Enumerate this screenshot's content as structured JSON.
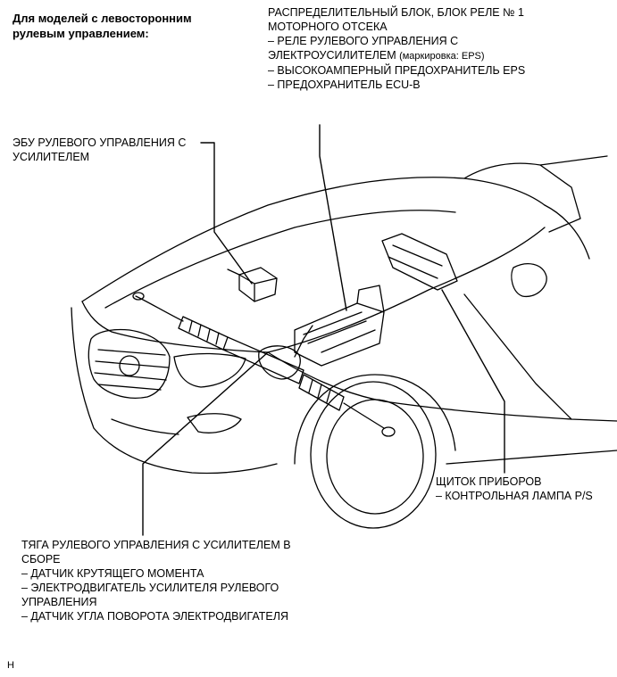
{
  "heading": {
    "line1": "Для моделей с левосторонним",
    "line2": "рулевым управлением:"
  },
  "relay_block": {
    "line1": "РАСПРЕДЕЛИТЕЛЬНЫЙ БЛОК, БЛОК РЕЛЕ № 1",
    "line2": "МОТОРНОГО ОТСЕКА",
    "line3": "– РЕЛЕ РУЛЕВОГО УПРАВЛЕНИЯ С",
    "line4_main": "ЭЛЕКТРОУСИЛИТЕЛЕМ ",
    "line4_note": "(маркировка: EPS)",
    "line5": "– ВЫСОКОАМПЕРНЫЙ ПРЕДОХРАНИТЕЛЬ EPS",
    "line6": "– ПРЕДОХРАНИТЕЛЬ ECU-B"
  },
  "ecu": {
    "line1": "ЭБУ РУЛЕВОГО УПРАВЛЕНИЯ С",
    "line2": "УСИЛИТЕЛЕМ"
  },
  "meter": {
    "line1": "ЩИТОК ПРИБОРОВ",
    "line2": "– КОНТРОЛЬНАЯ ЛАМПА P/S"
  },
  "steering_link": {
    "line1": "ТЯГА РУЛЕВОГО УПРАВЛЕНИЯ С УСИЛИТЕЛЕМ В",
    "line2": "СБОРЕ",
    "line3": "– ДАТЧИК КРУТЯЩЕГО МОМЕНТА",
    "line4": "– ЭЛЕКТРОДВИГАТЕЛЬ УСИЛИТЕЛЯ РУЛЕВОГО",
    "line5": "УПРАВЛЕНИЯ",
    "line6": "– ДАТЧИК УГЛА ПОВОРОТА ЭЛЕКТРОДВИГАТЕЛЯ"
  },
  "corner_mark": "H"
}
